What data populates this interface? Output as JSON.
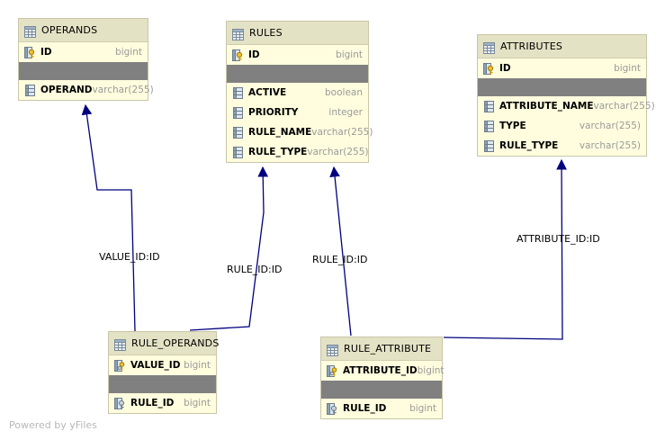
{
  "tables": {
    "operands": {
      "title": "OPERANDS",
      "pk": {
        "name": "ID",
        "type": "bigint"
      },
      "columns": [
        {
          "name": "OPERAND",
          "type": "varchar(255)"
        }
      ]
    },
    "rules": {
      "title": "RULES",
      "pk": {
        "name": "ID",
        "type": "bigint"
      },
      "columns": [
        {
          "name": "ACTIVE",
          "type": "boolean"
        },
        {
          "name": "PRIORITY",
          "type": "integer"
        },
        {
          "name": "RULE_NAME",
          "type": "varchar(255)"
        },
        {
          "name": "RULE_TYPE",
          "type": "varchar(255)"
        }
      ]
    },
    "attributes": {
      "title": "ATTRIBUTES",
      "pk": {
        "name": "ID",
        "type": "bigint"
      },
      "columns": [
        {
          "name": "ATTRIBUTE_NAME",
          "type": "varchar(255)"
        },
        {
          "name": "TYPE",
          "type": "varchar(255)"
        },
        {
          "name": "RULE_TYPE",
          "type": "varchar(255)"
        }
      ]
    },
    "rule_operands": {
      "title": "RULE_OPERANDS",
      "pk": {
        "name": "VALUE_ID",
        "type": "bigint"
      },
      "fk": {
        "name": "RULE_ID",
        "type": "bigint"
      }
    },
    "rule_attribute": {
      "title": "RULE_ATTRIBUTE",
      "pk": {
        "name": "ATTRIBUTE_ID",
        "type": "bigint"
      },
      "fk": {
        "name": "RULE_ID",
        "type": "bigint"
      }
    }
  },
  "relations": [
    {
      "label": "VALUE_ID:ID",
      "from": "RULE_OPERANDS",
      "to": "OPERANDS"
    },
    {
      "label": "RULE_ID:ID",
      "from": "RULE_OPERANDS",
      "to": "RULES"
    },
    {
      "label": "RULE_ID:ID",
      "from": "RULE_ATTRIBUTE",
      "to": "RULES"
    },
    {
      "label": "ATTRIBUTE_ID:ID",
      "from": "RULE_ATTRIBUTE",
      "to": "ATTRIBUTES"
    }
  ],
  "watermark": "Powered by yFiles",
  "colors": {
    "edge": "#00007f",
    "header": "#e3e2c4",
    "body": "#fffdde",
    "divider": "#808080"
  }
}
